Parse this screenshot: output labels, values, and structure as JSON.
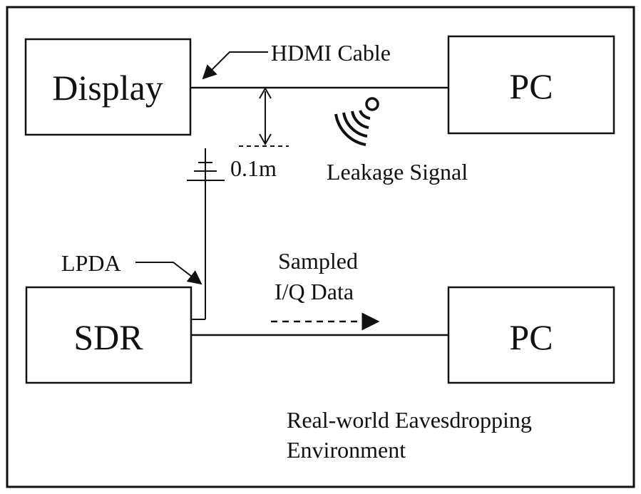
{
  "blocks": {
    "display": "Display",
    "pc_top": "PC",
    "sdr": "SDR",
    "pc_bottom": "PC"
  },
  "labels": {
    "hdmi_cable": "HDMI Cable",
    "distance": "0.1m",
    "leakage_signal": "Leakage Signal",
    "lpda": "LPDA",
    "sampled_line1": "Sampled",
    "sampled_line2": "I/Q Data",
    "env_line1": "Real-world Eavesdropping",
    "env_line2": "Environment"
  },
  "icons": {
    "leakage": "radio-waves-icon",
    "antenna": "lpda-antenna-icon"
  },
  "colors": {
    "stroke": "#111111",
    "background": "#ffffff"
  }
}
